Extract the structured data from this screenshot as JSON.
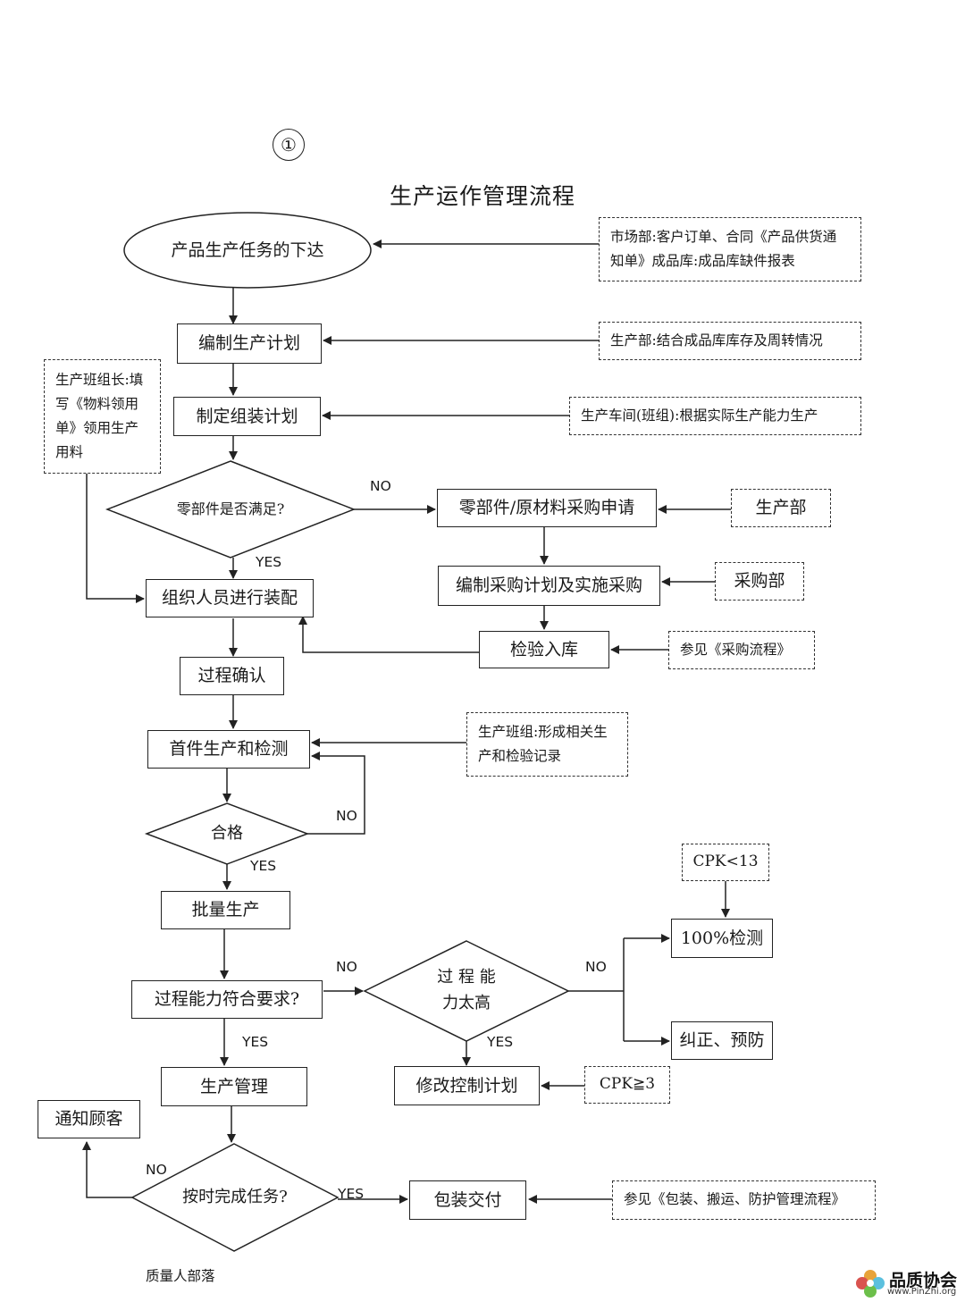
{
  "page_number": "①",
  "title": "生产运作管理流程",
  "nodes": {
    "start": "产品生产任务的下达",
    "plan": "编制生产计划",
    "assembly_plan": "制定组装计划",
    "parts_check": "零部件是否满足?",
    "purchase_request": "零部件/原材料采购申请",
    "purchase_plan": "编制采购计划及实施采购",
    "inspection_storage": "检验入库",
    "organize_assembly": "组织人员进行装配",
    "process_confirm": "过程确认",
    "first_article": "首件生产和检测",
    "qualified": "合格",
    "mass_production": "批量生产",
    "capability_check": "过程能力符合要求?",
    "capability_high": "过 程 能\n力太高",
    "full_inspection": "100%检测",
    "corrective": "纠正、预防",
    "modify_control": "修改控制计划",
    "production_mgmt": "生产管理",
    "on_time": "按时完成任务?",
    "notify_customer": "通知顾客",
    "packaging": "包装交付"
  },
  "notes": {
    "market": "市场部:客户订单、合同《产品供货通知单》成品库:成品库缺件报表",
    "prod_dept_inventory": "生产部:结合成品库库存及周转情况",
    "workshop": "生产车间(班组):根据实际生产能力生产",
    "team_leader": "生产班组长:填写《物料领用单》领用生产用料",
    "prod_dept": "生产部",
    "purchase_dept": "采购部",
    "purchase_flow": "参见《采购流程》",
    "team_records": "生产班组:形成相关生产和检验记录",
    "cpk_low": "CPK<13",
    "cpk_high": "CPK≧3",
    "packaging_ref": "参见《包装、搬运、防护管理流程》"
  },
  "labels": {
    "no_parts": "NO",
    "yes_parts": "YES",
    "no_qualified": "NO",
    "yes_qualified": "YES",
    "no_capability": "NO",
    "yes_capability": "YES",
    "no_high": "NO",
    "yes_high": "YES",
    "no_ontime": "NO",
    "yes_ontime": "YES"
  },
  "footer": "质量人部落",
  "logo": {
    "name": "品质协会",
    "url": "www.PinZhi.org"
  }
}
